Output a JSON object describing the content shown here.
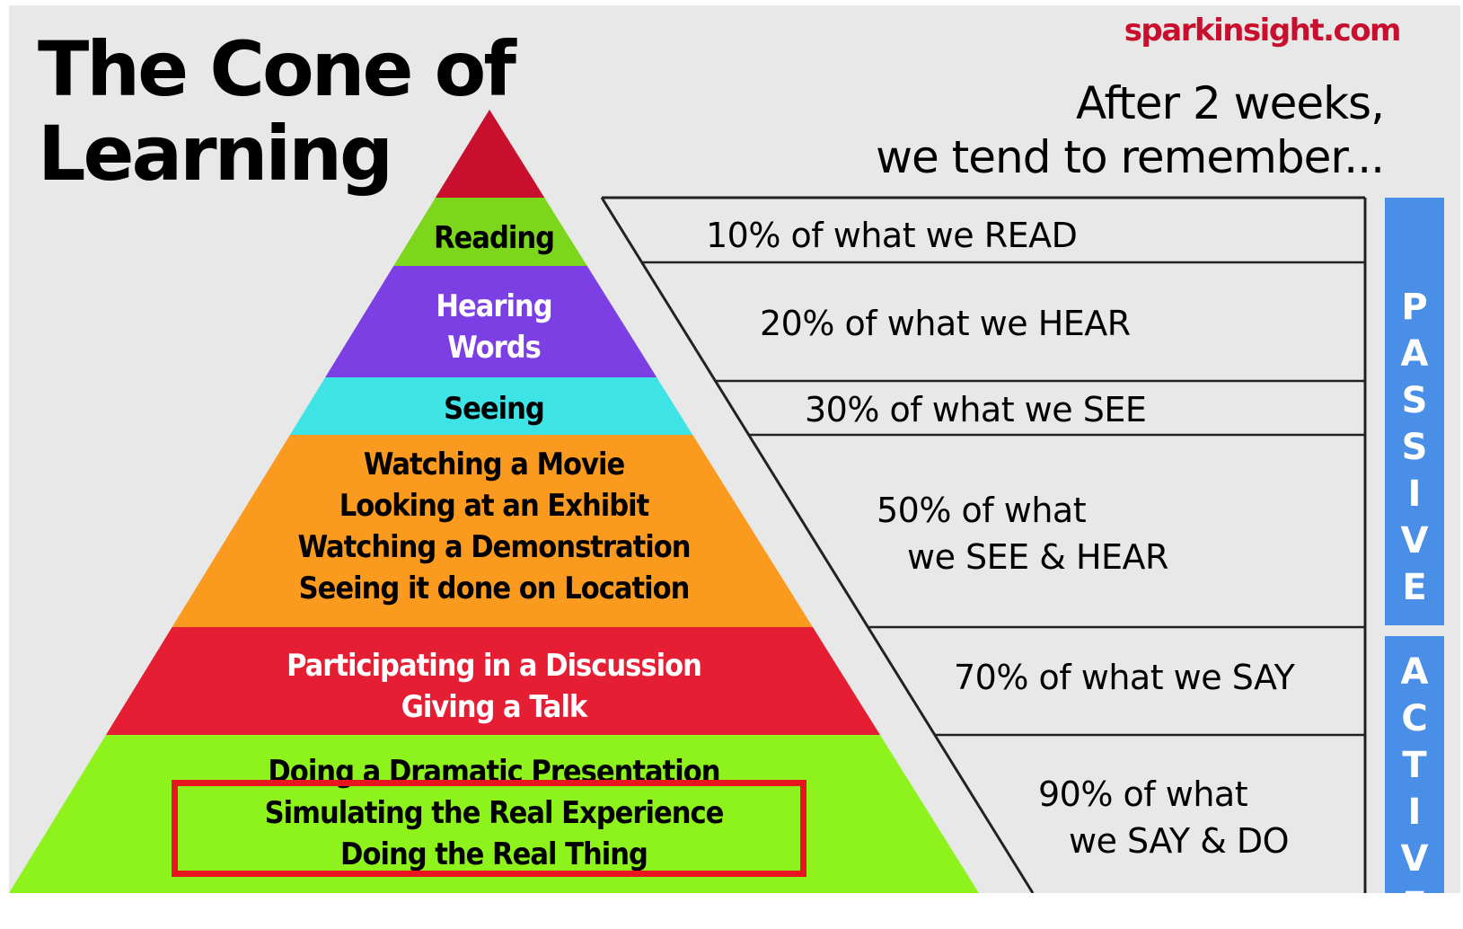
{
  "title": {
    "line1": "The Cone of",
    "line2": "Learning"
  },
  "site": "sparkinsight.com",
  "header_right": {
    "line1": "After 2 weeks,",
    "line2": "we tend to remember..."
  },
  "tiers": [
    {
      "color": "#c8102e",
      "lines": []
    },
    {
      "color": "#7cd61c",
      "text_color": "#000000",
      "lines": [
        "Reading"
      ]
    },
    {
      "color": "#7b3fe4",
      "text_color": "#ffffff",
      "lines": [
        "Hearing",
        "Words"
      ]
    },
    {
      "color": "#3ee3e6",
      "text_color": "#000000",
      "lines": [
        "Seeing"
      ]
    },
    {
      "color": "#fa9a1e",
      "text_color": "#000000",
      "lines": [
        "Watching a Movie",
        "Looking at an Exhibit",
        "Watching a Demonstration",
        "Seeing it done on Location"
      ]
    },
    {
      "color": "#e51e34",
      "text_color": "#ffffff",
      "lines": [
        "Participating in a Discussion",
        "Giving a Talk"
      ]
    },
    {
      "color": "#8ef21c",
      "text_color": "#000000",
      "lines": [
        "Doing a Dramatic Presentation",
        "Simulating the Real Experience",
        "Doing the Real Thing"
      ]
    }
  ],
  "retention": [
    {
      "lines": [
        "10% of what we READ"
      ]
    },
    {
      "lines": [
        "20% of what we HEAR"
      ]
    },
    {
      "lines": [
        "30% of what we SEE"
      ]
    },
    {
      "lines": [
        "50% of what",
        "we SEE & HEAR"
      ]
    },
    {
      "lines": [
        "70% of what we SAY"
      ]
    },
    {
      "lines": [
        "90% of what",
        "we SAY & DO"
      ]
    }
  ],
  "side_labels": {
    "passive": "PASSIVE",
    "active": "ACTIVE",
    "color": "#4a8fe7"
  },
  "highlight_color": "#e8141e"
}
